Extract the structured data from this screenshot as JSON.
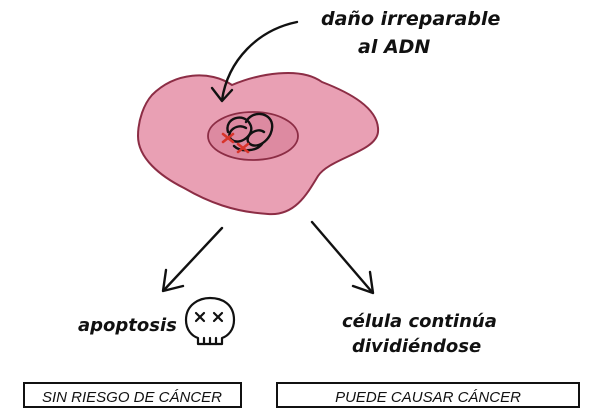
{
  "annotation": {
    "line1": "daño irreparable",
    "line2": "al ADN"
  },
  "outcome_left": {
    "label": "apoptosis",
    "icon": "skull-icon",
    "box_label": "SIN RIESGO DE CÁNCER"
  },
  "outcome_right": {
    "label_line1": "célula continúa",
    "label_line2": "dividiéndose",
    "box_label": "PUEDE CAUSAR CÁNCER"
  },
  "colors": {
    "cell_fill": "#e9a0b4",
    "cell_stroke": "#8c2d45",
    "nucleus_fill": "#dd8aa1",
    "damage_mark": "#d8342b",
    "ink": "#111111"
  }
}
